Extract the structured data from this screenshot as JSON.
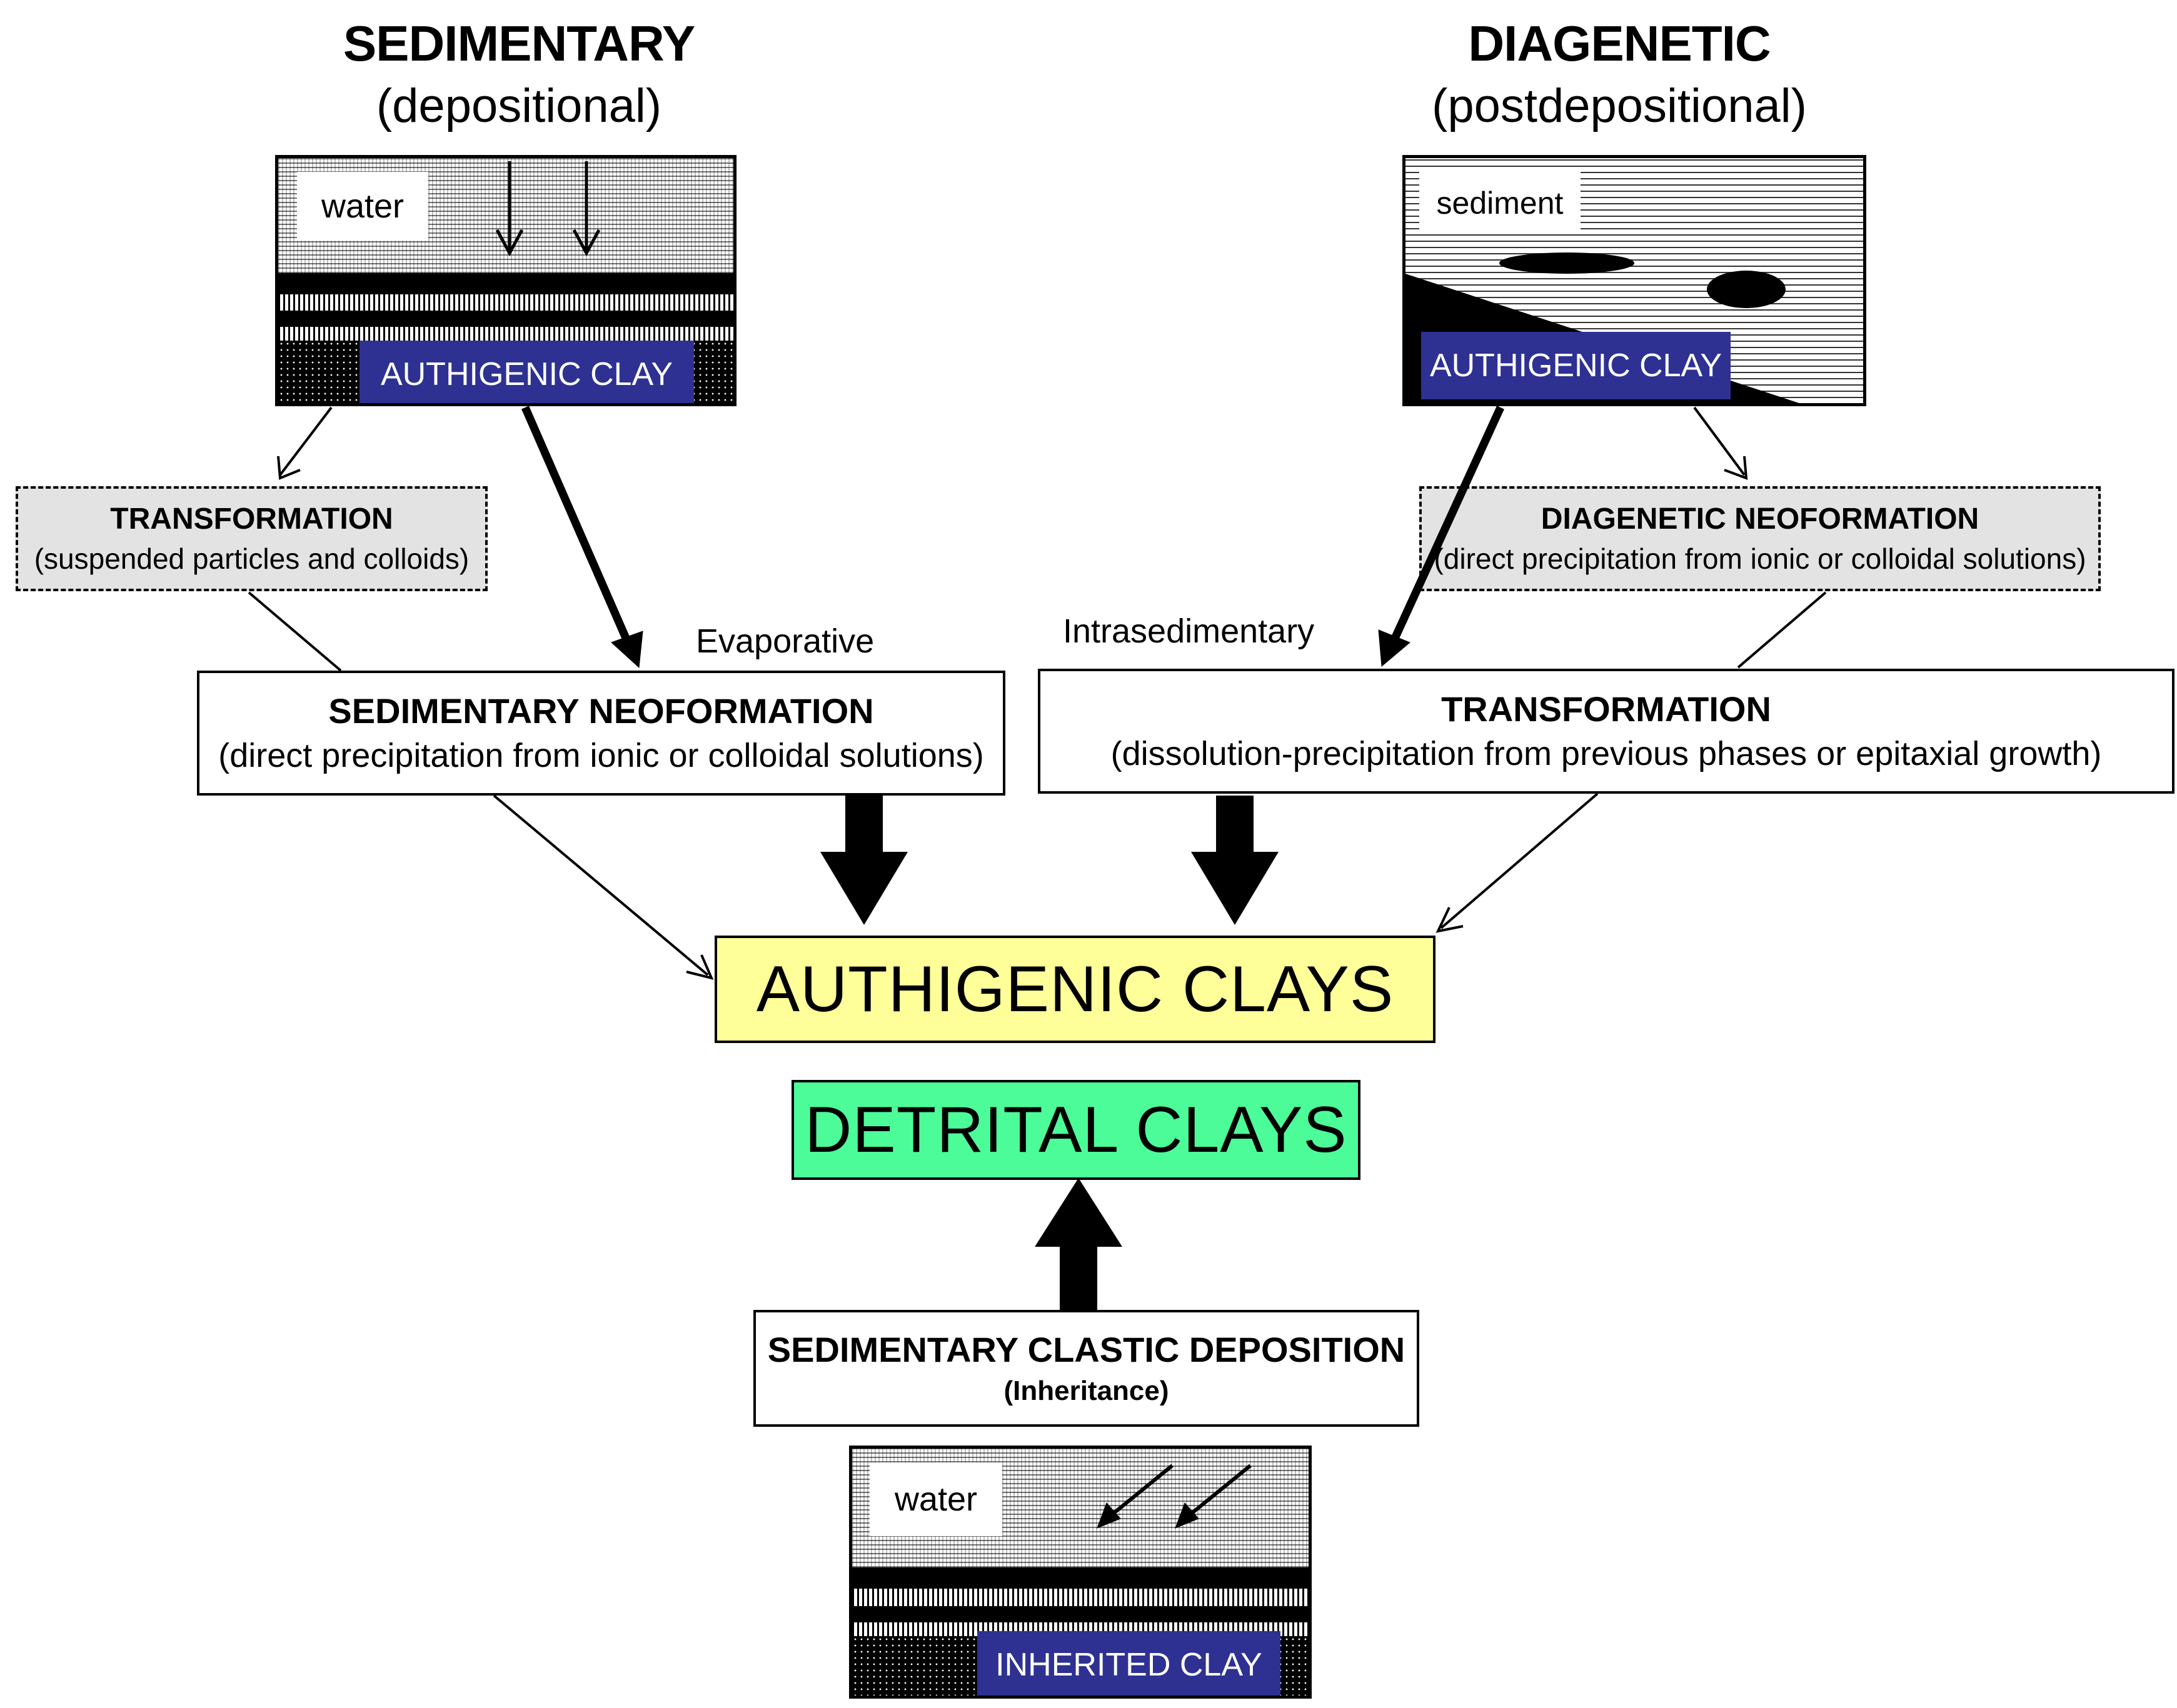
{
  "sedimentary": {
    "title": "SEDIMENTARY",
    "subtitle": "(depositional)",
    "panel_label": "water",
    "panel_tag": "AUTHIGENIC CLAY"
  },
  "diagenetic": {
    "title": "DIAGENETIC",
    "subtitle": "(postdepositional)",
    "panel_label": "sediment",
    "panel_tag": "AUTHIGENIC CLAY"
  },
  "transformation_colloids": {
    "title": "TRANSFORMATION",
    "subtitle": "(suspended particles and colloids)"
  },
  "diagenetic_neoformation": {
    "title": "DIAGENETIC NEOFORMATION",
    "subtitle": "(direct precipitation from ionic or colloidal solutions)"
  },
  "sedimentary_neoformation": {
    "title": "SEDIMENTARY NEOFORMATION",
    "subtitle": "(direct precipitation  from ionic or colloidal  solutions)",
    "side_label": "Evaporative"
  },
  "transformation_diss": {
    "title": "TRANSFORMATION",
    "subtitle": "(dissolution-precipitation  from previous  phases  or epitaxial growth)",
    "side_label": "Intrasedimentary"
  },
  "authigenic_clays": "AUTHIGENIC CLAYS",
  "detrital_clays": "DETRITAL CLAYS",
  "clastic_deposition": {
    "title": "SEDIMENTARY CLASTIC DEPOSITION",
    "subtitle": "(Inheritance)"
  },
  "inherited_panel": {
    "panel_label": "water",
    "panel_tag": "INHERITED CLAY"
  },
  "colors": {
    "tag_blue": "#2e3192",
    "authigenic_yellow": "#ffff99",
    "detrital_green": "#4cfc99",
    "dashed_box_gray": "#e3e3e3"
  }
}
